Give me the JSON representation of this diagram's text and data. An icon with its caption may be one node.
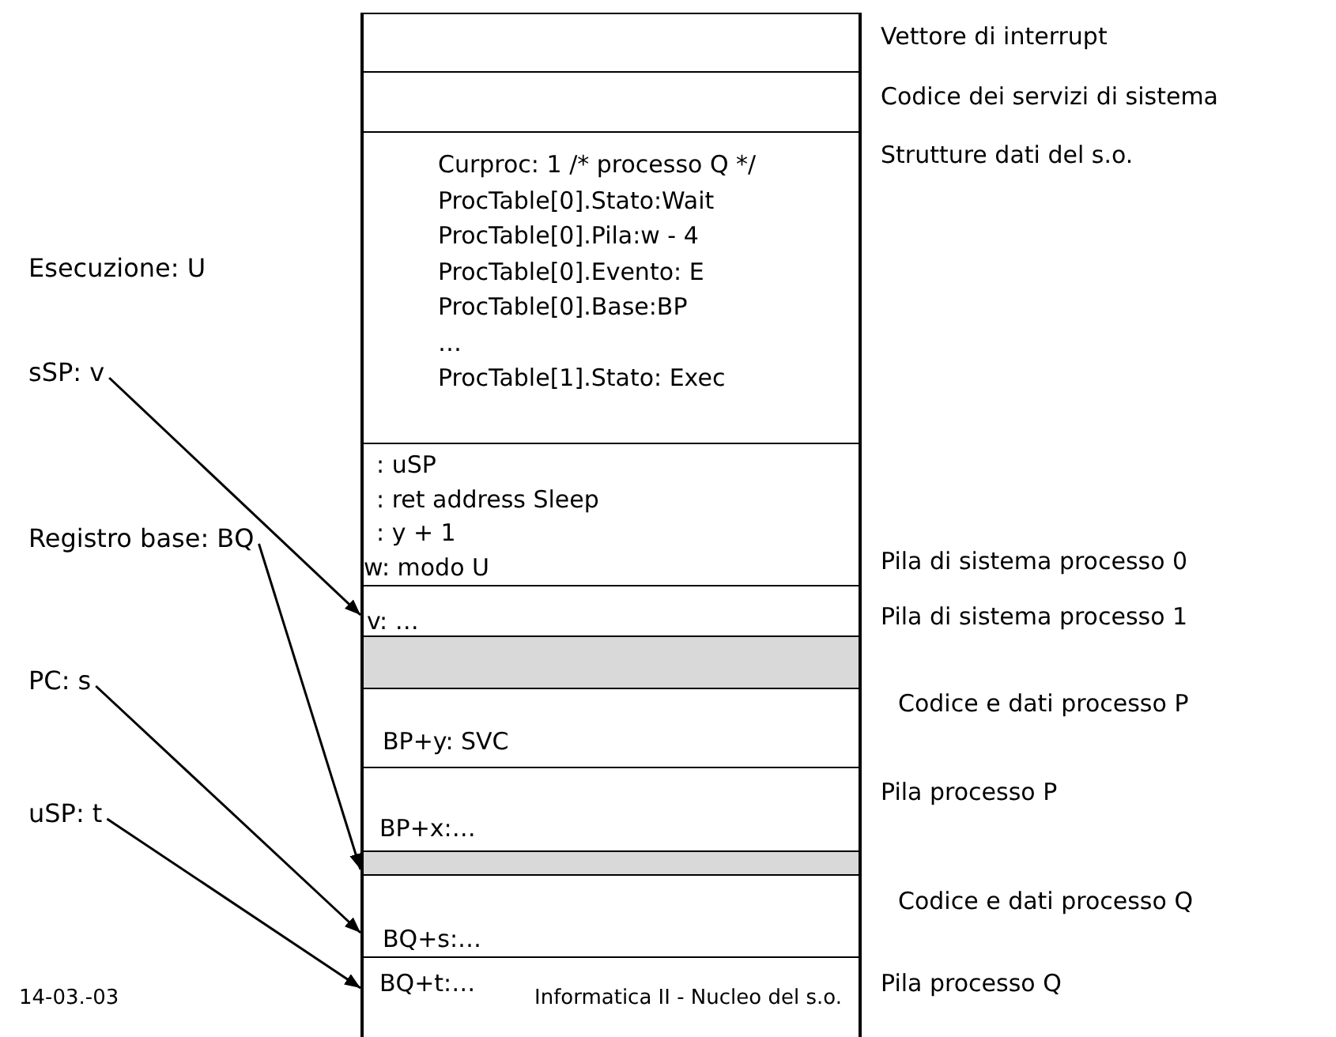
{
  "diagram": {
    "nodes": [
      {
        "text": [],
        "shape": "box",
        "beside": [
          "Vettore di interrupt"
        ]
      },
      {
        "text": [],
        "shape": "box",
        "beside": [
          "Codice dei servizi di sistema"
        ]
      },
      {
        "text": [
          "Curproc: 1 /* processo Q */",
          "ProcTable[0].Stato:Wait",
          "ProcTable[0].Pila:w - 4",
          "ProcTable[0].Evento: E",
          "ProcTable[0].Base:BP",
          "…",
          "ProcTable[1].Stato: Exec"
        ],
        "beside": [
          "Strutture dati del s.o."
        ]
      },
      {
        "text": [
          ": uSP",
          ": ret address Sleep",
          ": y + 1",
          "w: modo U"
        ],
        "beside": [
          "Pila di sistema processo 0"
        ]
      },
      {
        "text": [
          "v: …"
        ],
        "beside": [
          "Pila di sistema processo 1"
        ]
      },
      {
        "text": [],
        "shape": "box"
      },
      {
        "text": [
          "BP+y: SVC"
        ],
        "beside": [
          "Codice e dati processo P"
        ]
      },
      {
        "text": [
          "BP+x:…"
        ],
        "beside": [
          "Pila processo P"
        ]
      },
      {
        "text": [],
        "shape": "box"
      },
      {
        "text": [
          "BQ+s:…"
        ],
        "beside": [
          "Codice e dati processo Q"
        ]
      },
      {
        "text": [
          "BQ+t:…"
        ],
        "beside": [
          "Pila processo Q"
        ]
      },
      {
        "text": [
          "sSP: v"
        ]
      },
      {
        "text": [
          "Registro base: BQ"
        ]
      },
      {
        "text": [
          "PC: s"
        ]
      },
      {
        "text": [
          "uSP: t"
        ]
      }
    ],
    "edges": [
      {
        "from": 11,
        "to": 4,
        "arrow": "to"
      },
      {
        "from": 12,
        "to": 9,
        "arrow": "to"
      },
      {
        "from": 13,
        "to": 9,
        "arrow": "to"
      },
      {
        "from": 14,
        "to": 10,
        "arrow": "to"
      }
    ],
    "labels": [
      "Esecuzione: U",
      "14-03.-03",
      "Informatica II - Nucleo del s.o."
    ]
  }
}
